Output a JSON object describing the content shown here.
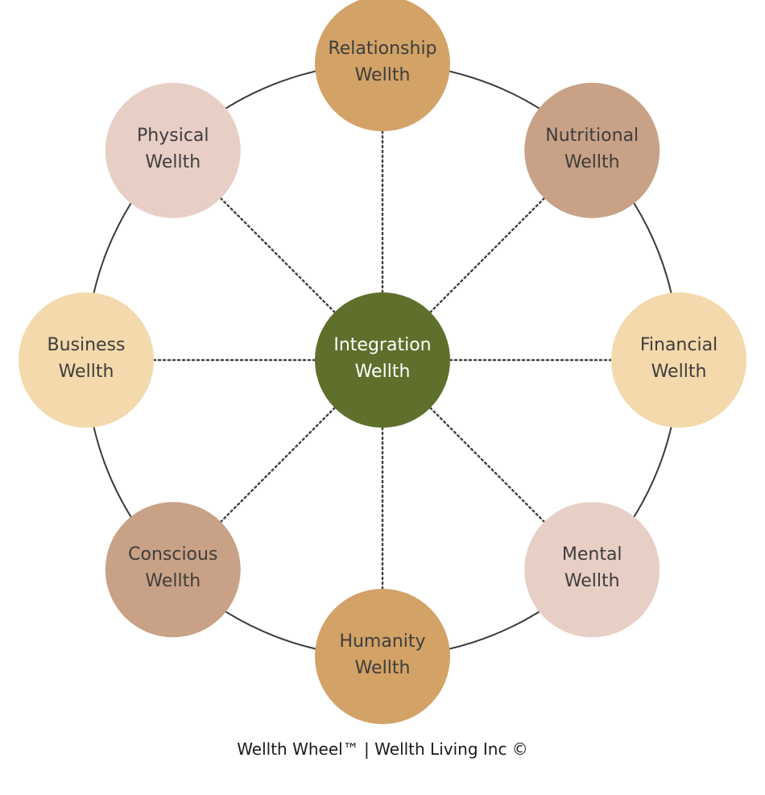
{
  "diagram": {
    "center": {
      "line1": "Integration",
      "line2": "Wellth",
      "color": "#5f6f2c"
    },
    "nodes": [
      {
        "id": "relationship",
        "line1": "Relationship",
        "line2": "Wellth",
        "color": "#d2a266"
      },
      {
        "id": "nutritional",
        "line1": "Nutritional",
        "line2": "Wellth",
        "color": "#c9a186"
      },
      {
        "id": "financial",
        "line1": "Financial",
        "line2": "Wellth",
        "color": "#f3d9ab"
      },
      {
        "id": "mental",
        "line1": "Mental",
        "line2": "Wellth",
        "color": "#e8cfc6"
      },
      {
        "id": "humanity",
        "line1": "Humanity",
        "line2": "Wellth",
        "color": "#d2a266"
      },
      {
        "id": "conscious",
        "line1": "Conscious",
        "line2": "Wellth",
        "color": "#c9a186"
      },
      {
        "id": "business",
        "line1": "Business",
        "line2": "Wellth",
        "color": "#f3d9ab"
      },
      {
        "id": "physical",
        "line1": "Physical",
        "line2": "Wellth",
        "color": "#e8cfc6"
      }
    ],
    "ring_color": "#3a3a3a",
    "node_text_color": "#3d3d3d",
    "center_text_color": "#ffffff"
  },
  "caption": "Wellth Wheel™ | Wellth Living Inc ©"
}
